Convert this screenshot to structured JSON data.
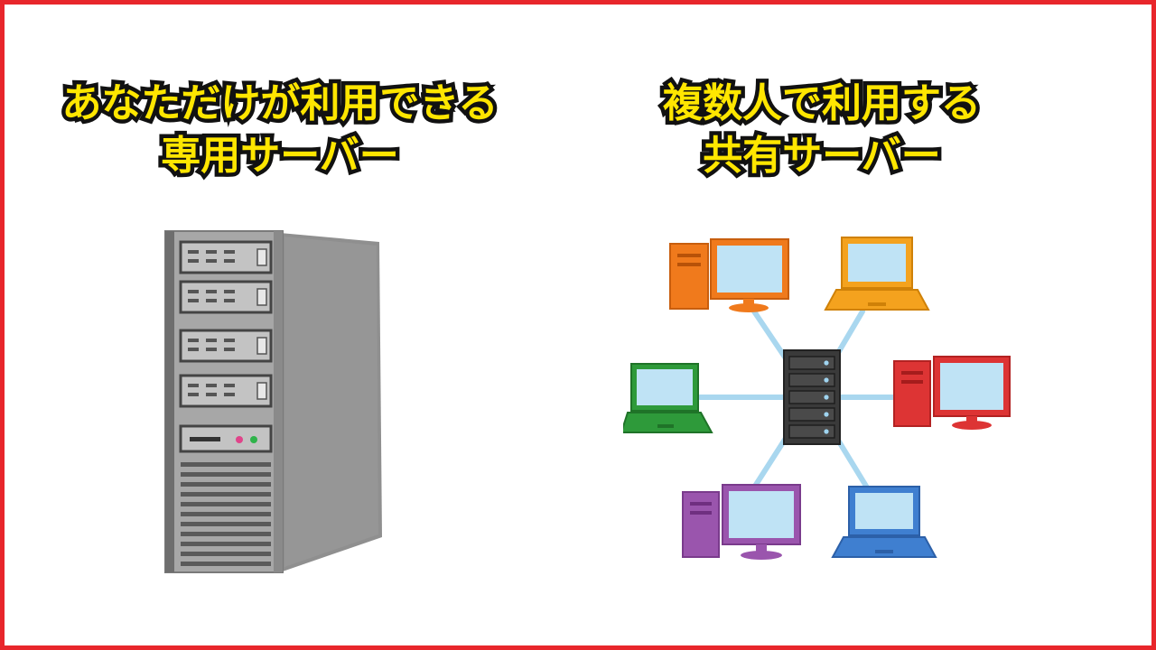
{
  "left_panel": {
    "title_line1": "あなただけが利用できる",
    "title_line2": "専用サーバー",
    "illustration": "tower-server-icon"
  },
  "right_panel": {
    "title_line1": "複数人で利用する",
    "title_line2": "共有サーバー",
    "illustration": "shared-server-network-icon",
    "clients": [
      {
        "kind": "desktop-computer-icon",
        "color": "#f07a1c"
      },
      {
        "kind": "laptop-icon",
        "color": "#f4a21e"
      },
      {
        "kind": "laptop-icon",
        "color": "#2e9a3a"
      },
      {
        "kind": "desktop-computer-icon",
        "color": "#dd3434"
      },
      {
        "kind": "desktop-computer-icon",
        "color": "#9a55ad"
      },
      {
        "kind": "laptop-icon",
        "color": "#3f7fd0"
      }
    ]
  },
  "colors": {
    "border": "#e8262b",
    "title_fill": "#ffe600",
    "title_stroke": "#111111",
    "screen": "#bfe3f5",
    "link": "#a9d7ef",
    "server_body": "#3a3a3a"
  }
}
